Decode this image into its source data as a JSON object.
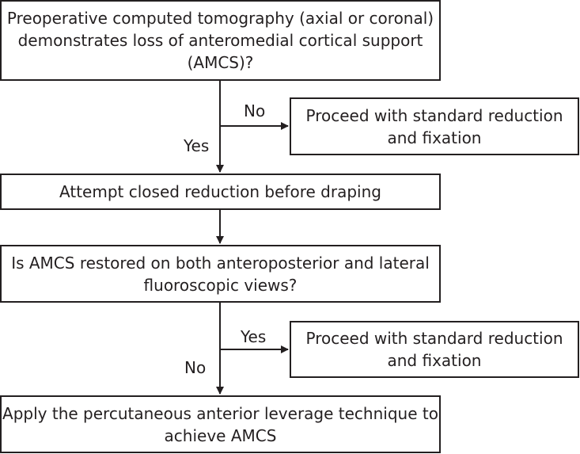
{
  "flowchart": {
    "q1": "Preoperative computed tomography (axial or coronal)\ndemonstrates loss of anteromedial cortical support\n(AMCS)?",
    "side1": "Proceed with standard reduction\nand fixation",
    "step2": "Attempt closed reduction before draping",
    "q2": "Is AMCS restored on both anteroposterior and lateral\nfluoroscopic views?",
    "side2": "Proceed with standard reduction\nand fixation",
    "final": "Apply the percutaneous anterior leverage technique to\nachieve AMCS",
    "labels": {
      "q1_no": "No",
      "q1_yes": "Yes",
      "q2_yes": "Yes",
      "q2_no": "No"
    }
  }
}
